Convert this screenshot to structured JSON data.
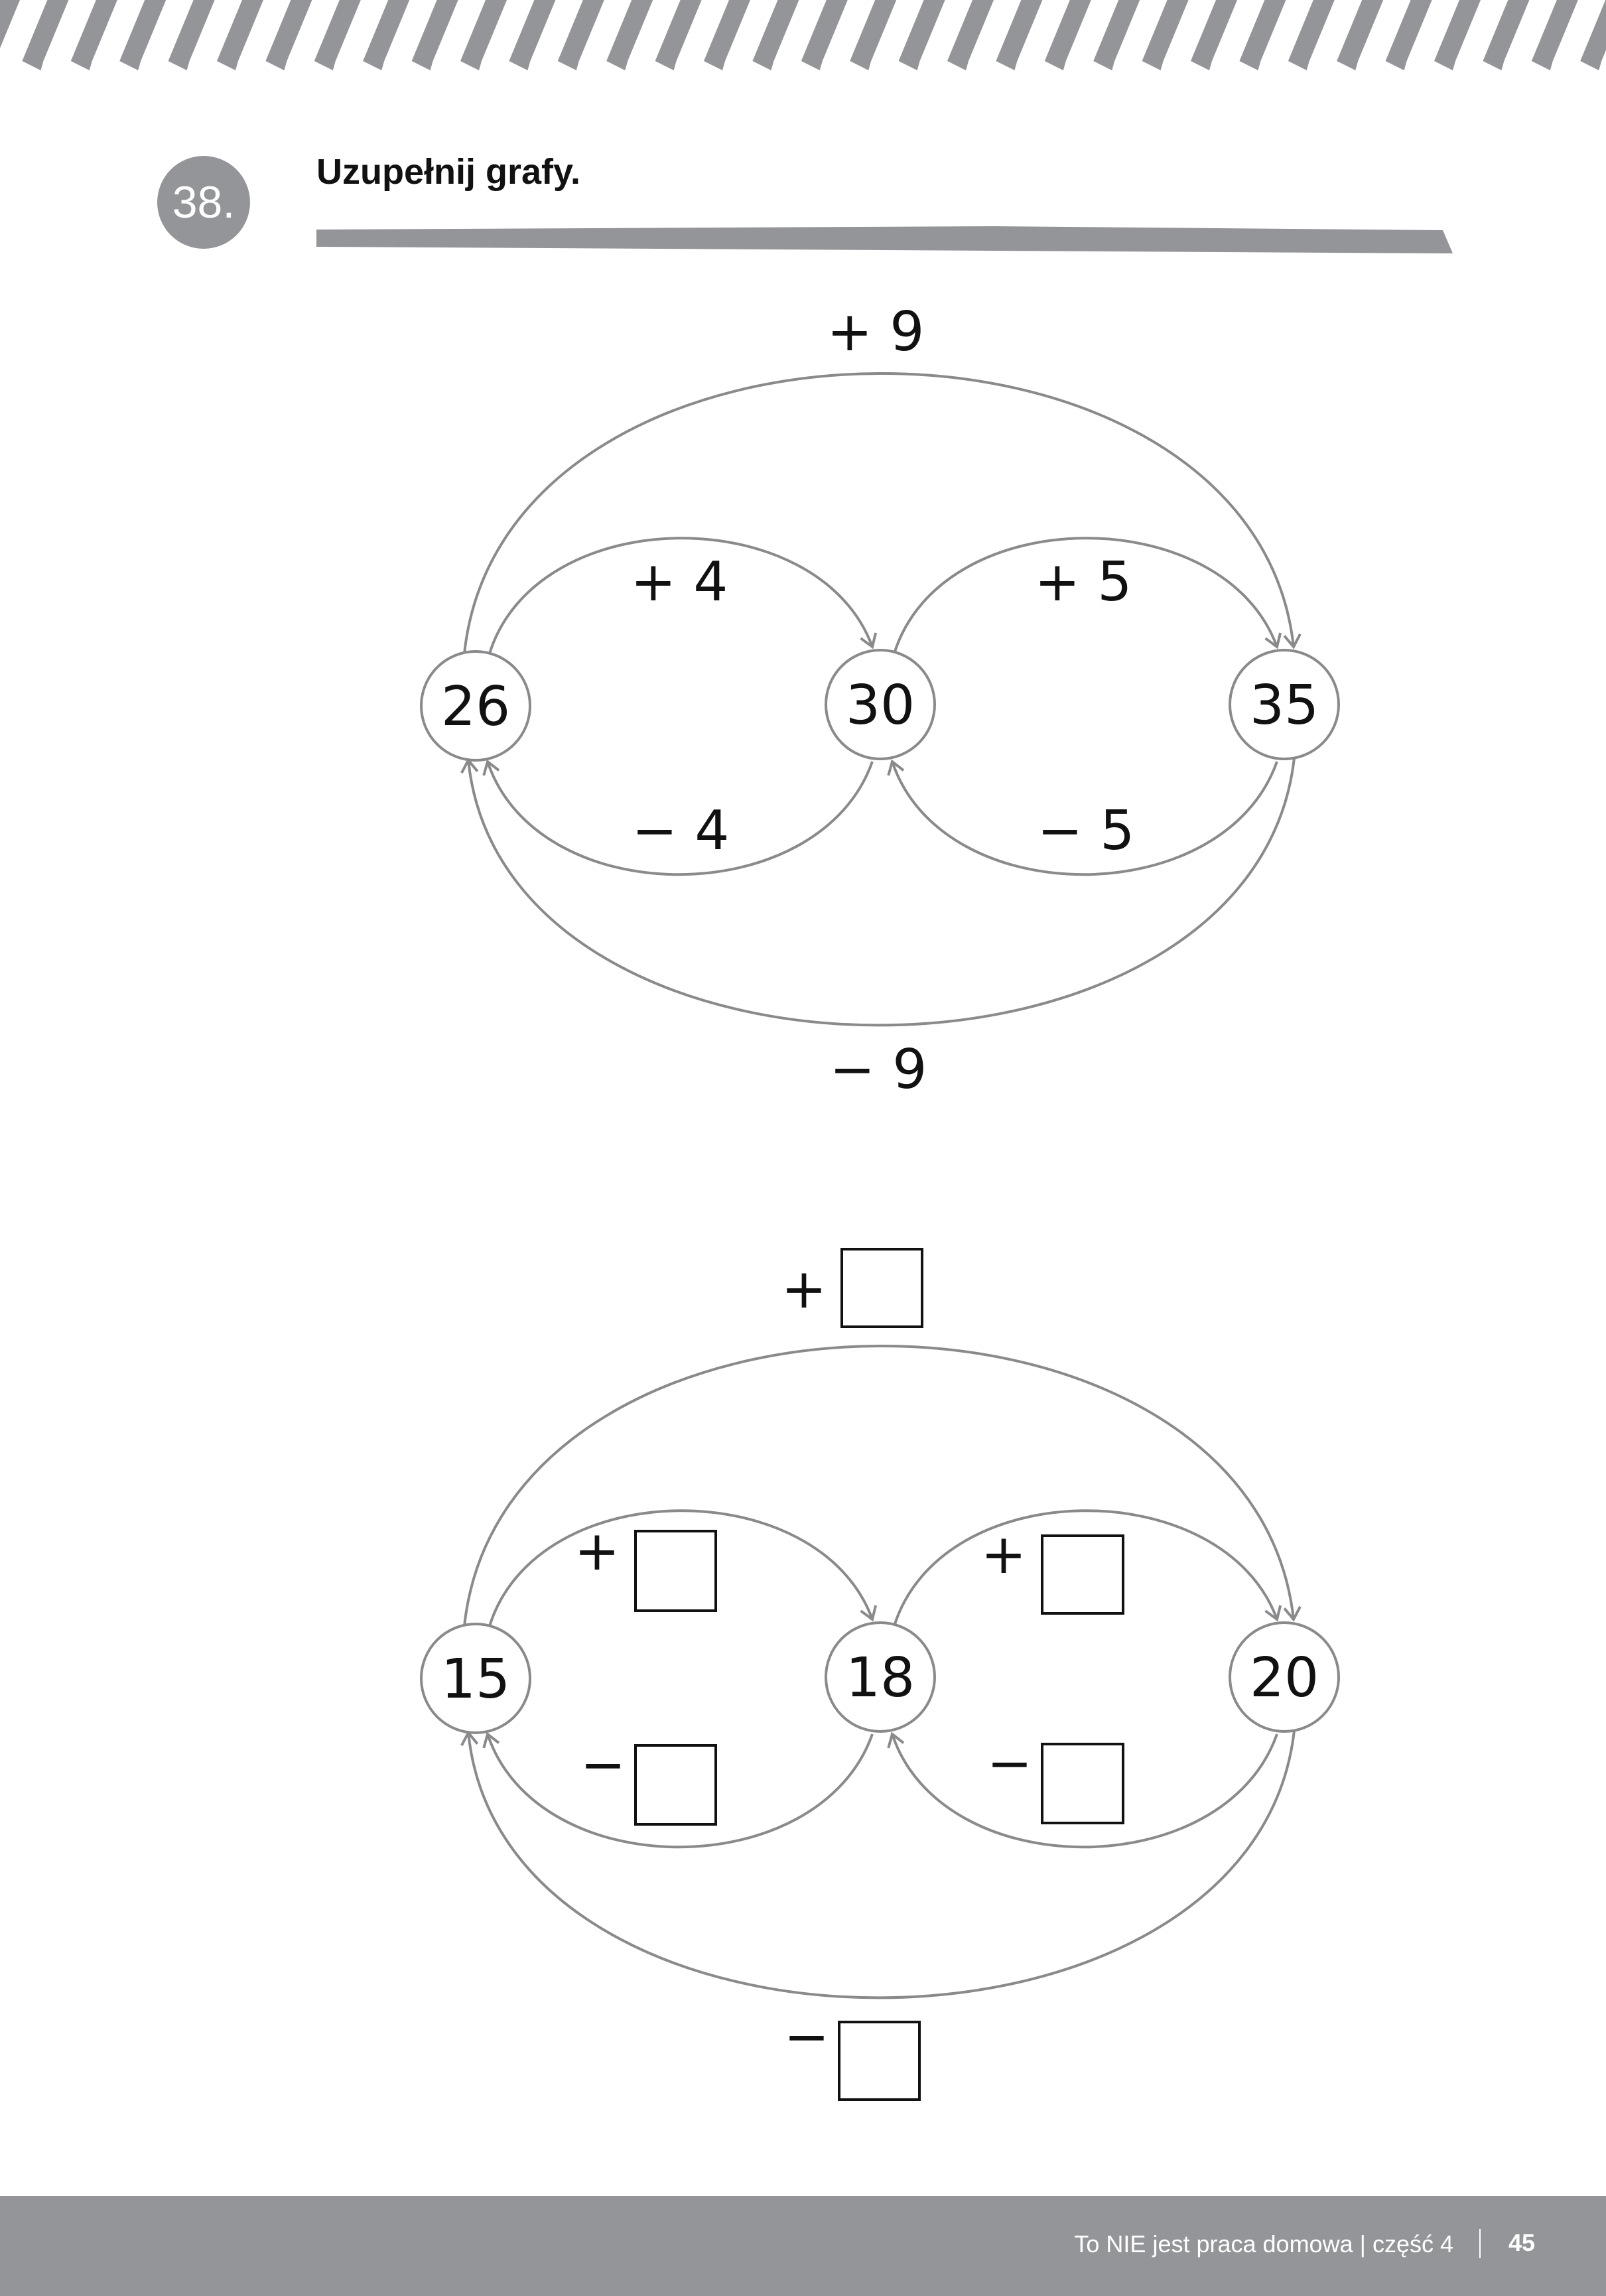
{
  "exercise": {
    "number": "38.",
    "instruction": "Uzupełnij grafy."
  },
  "graph1": {
    "nodes": [
      "26",
      "30",
      "35"
    ],
    "labels": {
      "outer_top": "+ 9",
      "inner_top_left": "+ 4",
      "inner_top_right": "+ 5",
      "inner_bottom_left": "− 4",
      "inner_bottom_right": "− 5",
      "outer_bottom": "− 9"
    }
  },
  "graph2": {
    "nodes": [
      "15",
      "18",
      "20"
    ],
    "signs": {
      "outer_top": "+",
      "inner_top_left": "+",
      "inner_top_right": "+",
      "inner_bottom_left": "−",
      "inner_bottom_right": "−",
      "outer_bottom": "−"
    }
  },
  "footer": {
    "text": "To NIE jest praca domowa | część 4",
    "page": "45"
  },
  "colors": {
    "accent_gray": "#939598",
    "line_gray": "#8a8a8c"
  }
}
